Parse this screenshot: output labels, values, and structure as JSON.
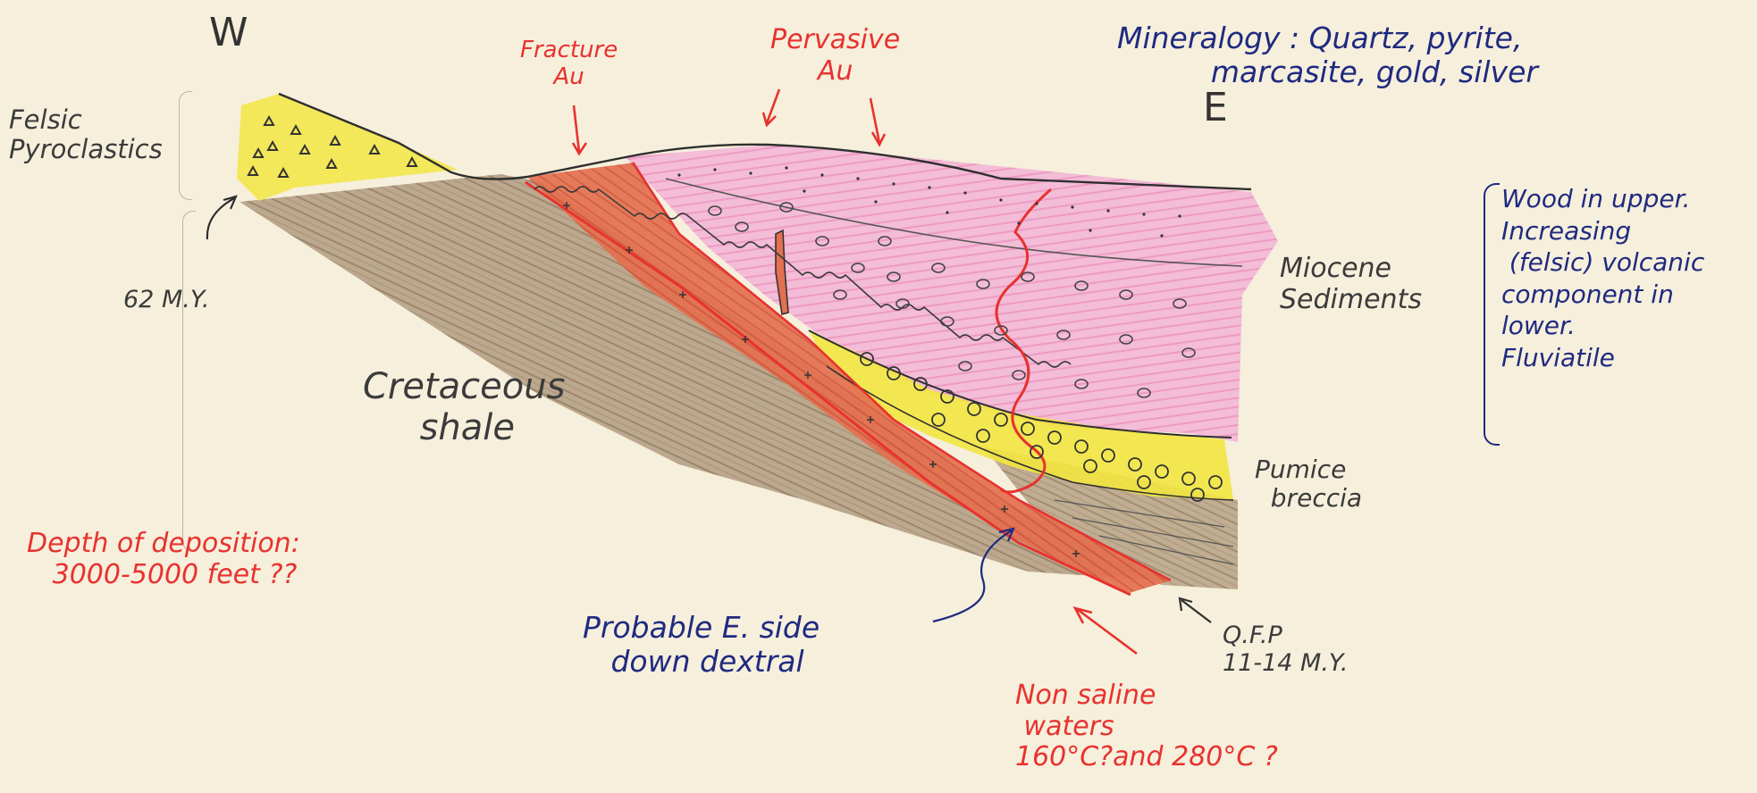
{
  "labels": {
    "west": "W",
    "east": "E",
    "felsic_pyroclastics": "Felsic\nPyroclastics",
    "age_62": "62 M.Y.",
    "fracture_au": "Fracture\nAu",
    "pervasive_au": "Pervasive\nAu",
    "mineralogy": "Mineralogy : Quartz, pyrite,\n          marcasite, gold, silver",
    "miocene": "Miocene\nSediments",
    "miocene_notes": "Wood in upper.\nIncreasing\n (felsic) volcanic\ncomponent in\nlower.\nFluviatile",
    "cretaceous": "Cretaceous\n     shale",
    "pumice": "Pumice\n  breccia",
    "depth": "Depth of deposition:\n   3000-5000 feet ??",
    "probable": "Probable E. side\n   down dextral",
    "qfp": "Q.F.P\n11-14 M.Y.",
    "waters": "Non saline\n waters\n160°C?and 280°C ?"
  },
  "colors": {
    "paper": "#f6efdc",
    "shale": "#a89074",
    "pink_sediments": "#f0a6cc",
    "intrusion": "#e2664a",
    "yellow": "#f2e640",
    "red_ink": "#e8322f",
    "blue_ink": "#1f2a80"
  }
}
